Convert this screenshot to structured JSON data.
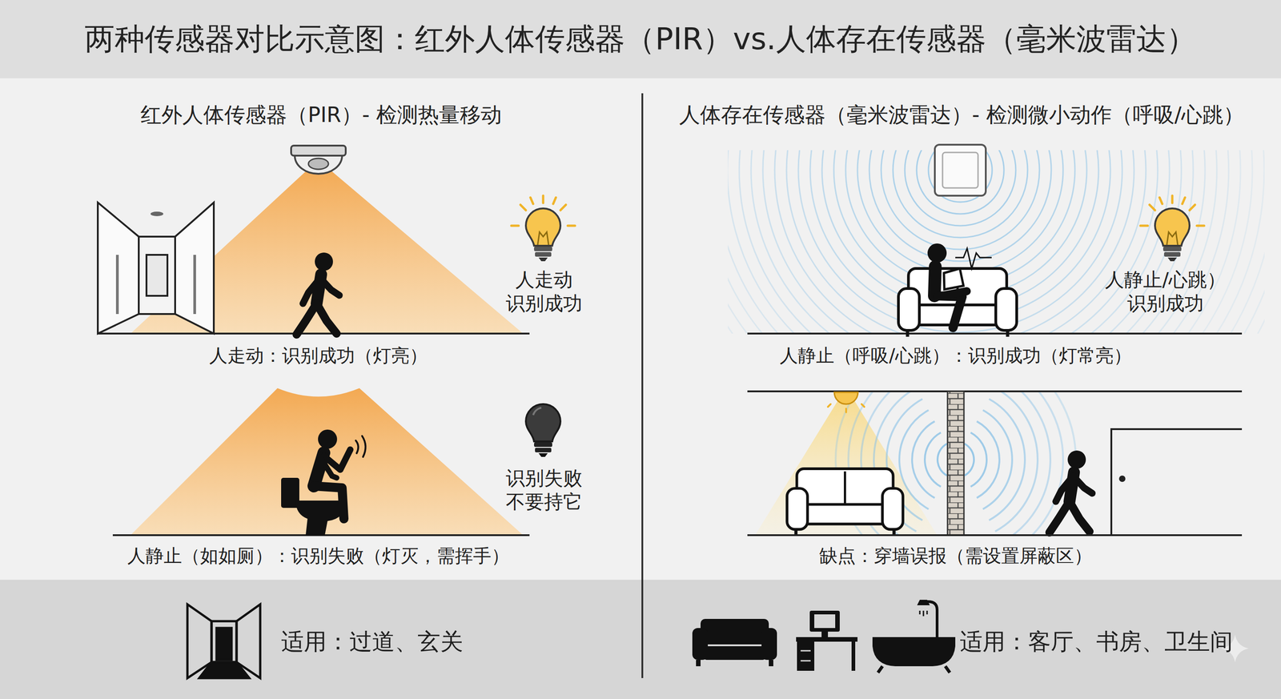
{
  "diagram": {
    "title": "两种传感器对比示意图：红外人体传感器（PIR）vs.人体存在传感器（毫米波雷达）",
    "nodes": [
      {
        "text": [
          "红外人体传感器（PIR）- 检测热量移动"
        ]
      },
      {
        "text": [
          "人体存在传感器（毫米波雷达）- 检测微小动作（呼吸/心跳）"
        ]
      }
    ],
    "labels": [
      "人走动 识别成功",
      "人走动：识别成功（灯亮）",
      "识别失败 不要持它",
      "人静止（如如厕）：识别失败（灯灭，需挥手）",
      "适用：过道、玄关",
      "人静止/心跳） 识别成功",
      "人静止（呼吸/心跳）：识别成功（灯常亮）",
      "缺点：穿墙误报（需设置屏蔽区）",
      "适用：客厅、书房、卫生间"
    ]
  }
}
